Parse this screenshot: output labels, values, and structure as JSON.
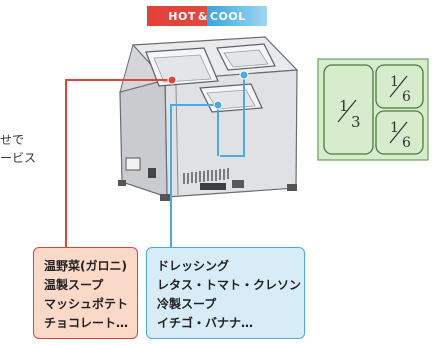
{
  "badge": {
    "hot": "HOT",
    "amp": "&",
    "cool": "COOL",
    "hot_color": "#e0413a",
    "cool_color": "#3aa5dd"
  },
  "left_text": [
    "せで",
    "ービス"
  ],
  "hot_list": [
    "温野菜(ガロニ)",
    "温製スープ",
    "マッシュポテト",
    "チョコレート…"
  ],
  "cool_list": [
    "ドレッシング",
    "レタス・トマト・クレソン",
    "冷製スープ",
    "イチゴ・バナナ…"
  ],
  "pan_layout": {
    "large": {
      "num": "1",
      "den": "3"
    },
    "small_top": {
      "num": "1",
      "den": "6"
    },
    "small_bottom": {
      "num": "1",
      "den": "6"
    },
    "fill_color": "#d6eccd",
    "border_color": "#6aa05a"
  }
}
